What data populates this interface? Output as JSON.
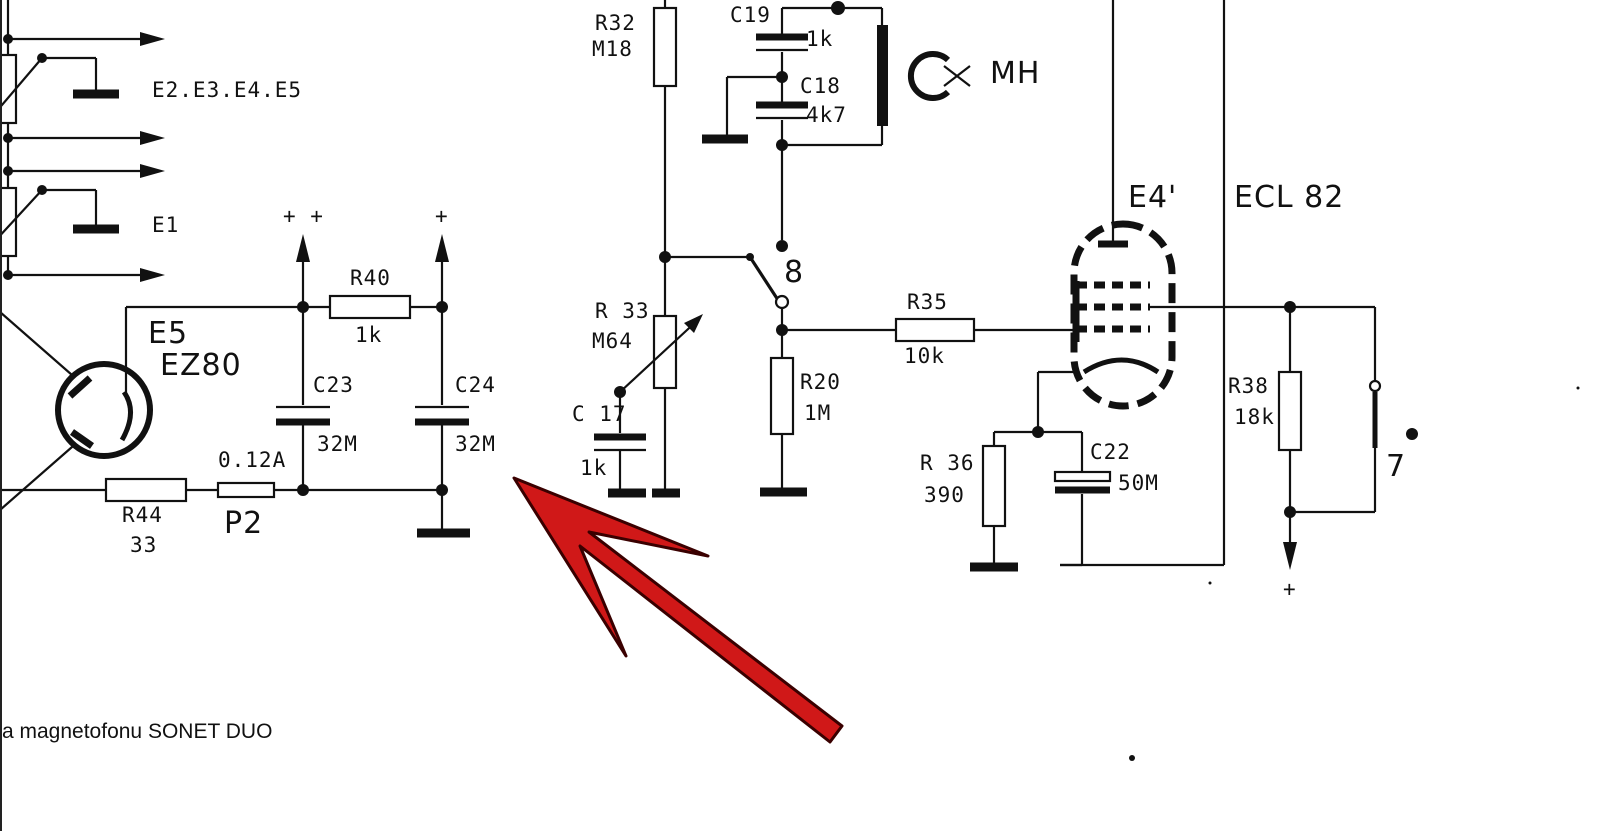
{
  "diagram": {
    "arrow_color": "#d01818",
    "components": {
      "r32": {
        "name": "R32",
        "value": "M18"
      },
      "c19": {
        "name": "C19",
        "value": "1k"
      },
      "c18": {
        "name": "C18",
        "value": "4k7"
      },
      "mh": {
        "name": "MH"
      },
      "e_outputs": [
        "E2.E3.E4.E5",
        "E1"
      ],
      "pp": "+ +",
      "plus": "+",
      "r40": {
        "name": "R40",
        "value": "1k"
      },
      "e5": {
        "name": "E5",
        "value": "EZ80"
      },
      "c23": {
        "name": "C23",
        "value": "32M"
      },
      "c24": {
        "name": "C24",
        "value": "32M"
      },
      "fuse": {
        "name": "P2",
        "value": "0.12A"
      },
      "r44": {
        "name": "R44",
        "value": "33"
      },
      "switch": "8",
      "r33": {
        "name": "R 33",
        "value": "M64"
      },
      "c17": {
        "name": "C 17",
        "value": "1k"
      },
      "r20": {
        "name": "R20",
        "value": "1M"
      },
      "r35": {
        "name": "R35",
        "value": "10k"
      },
      "e4": {
        "name": "E4'",
        "value": "ECL 82"
      },
      "r36": {
        "name": "R 36",
        "value": "390"
      },
      "c22": {
        "name": "C22",
        "value": "50M"
      },
      "r38": {
        "name": "R38",
        "value": "18k"
      },
      "contact": "7",
      "out_plus": "+"
    },
    "caption": "a magnetofonu SONET DUO"
  }
}
